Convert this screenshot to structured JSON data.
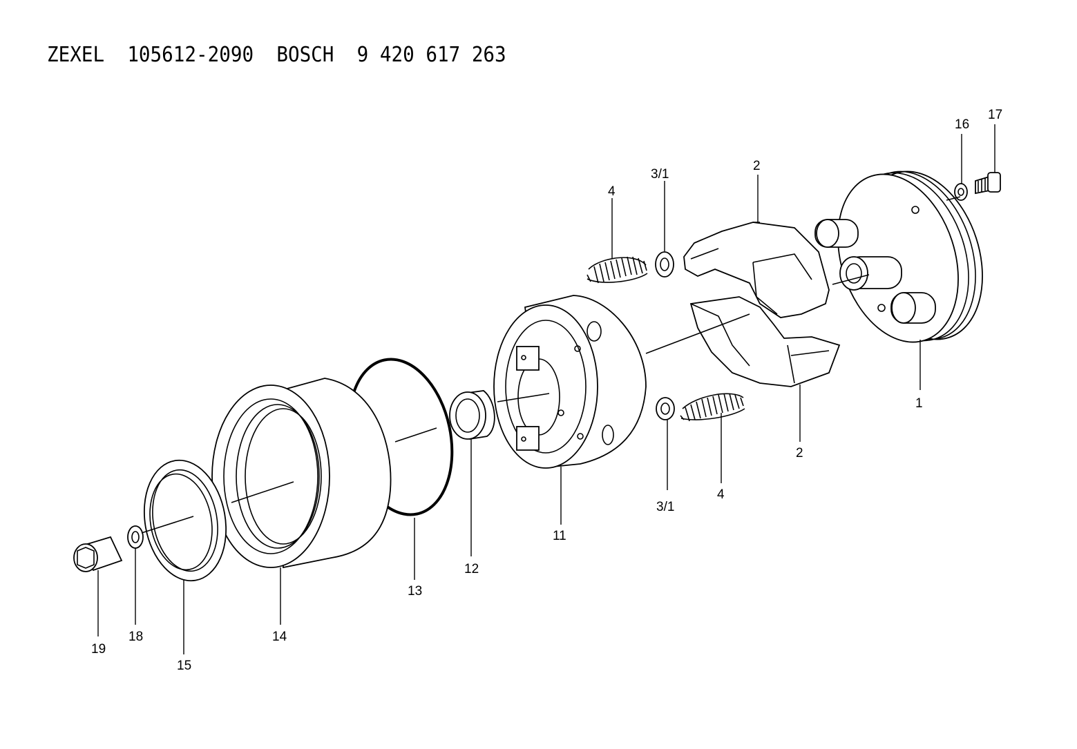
{
  "header": {
    "title": "ZEXEL  105612-2090  BOSCH  9 420 617 263"
  },
  "callouts": {
    "c1": "1",
    "c2_top": "2",
    "c2_bottom": "2",
    "c3_1_top": "3/1",
    "c3_1_bottom": "3/1",
    "c4_top": "4",
    "c4_bottom": "4",
    "c11": "11",
    "c12": "12",
    "c13": "13",
    "c14": "14",
    "c15": "15",
    "c16": "16",
    "c17": "17",
    "c18": "18",
    "c19": "19"
  }
}
